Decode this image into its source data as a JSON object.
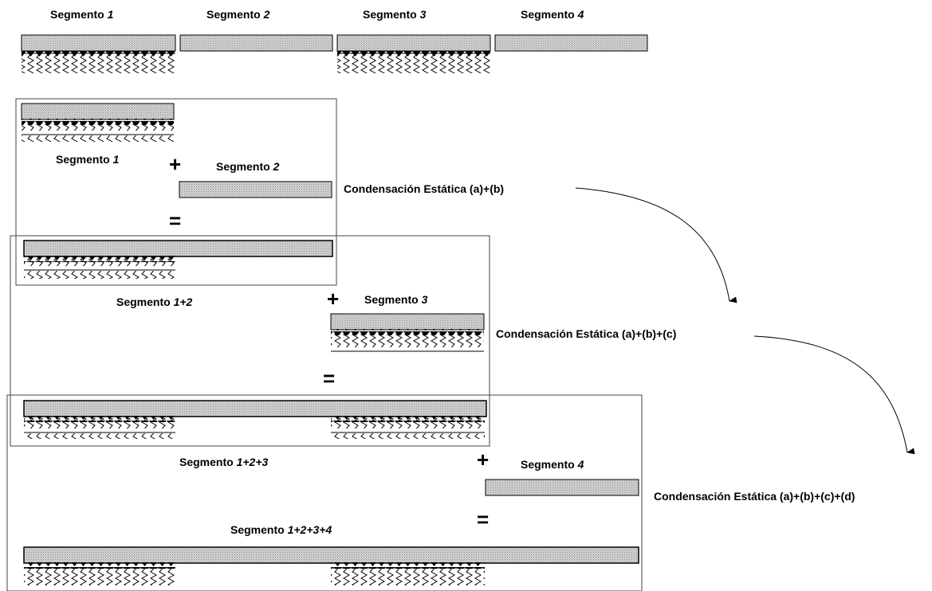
{
  "segment_word": "Segmento",
  "row1": [
    {
      "num": "1"
    },
    {
      "num": "2"
    },
    {
      "num": "3"
    },
    {
      "num": "4"
    }
  ],
  "stage_a": {
    "left_num": "1",
    "right_num": "2",
    "plus": "+",
    "equals": "=",
    "caption": "Condensación Estática (a)+(b)"
  },
  "stage_b": {
    "left_num": "1+2",
    "right_num": "3",
    "plus": "+",
    "equals": "=",
    "caption": "Condensación Estática (a)+(b)+(c)"
  },
  "stage_c": {
    "left_num": "1+2+3",
    "right_num": "4",
    "plus": "+",
    "equals": "=",
    "result_num": "1+2+3+4",
    "caption": "Condensación Estática (a)+(b)+(c)+(d)"
  },
  "colors": {
    "beam_fill": "#c8c8c8",
    "beam_stroke": "#000000",
    "frame_stroke": "#555555",
    "spring": "#000000"
  }
}
